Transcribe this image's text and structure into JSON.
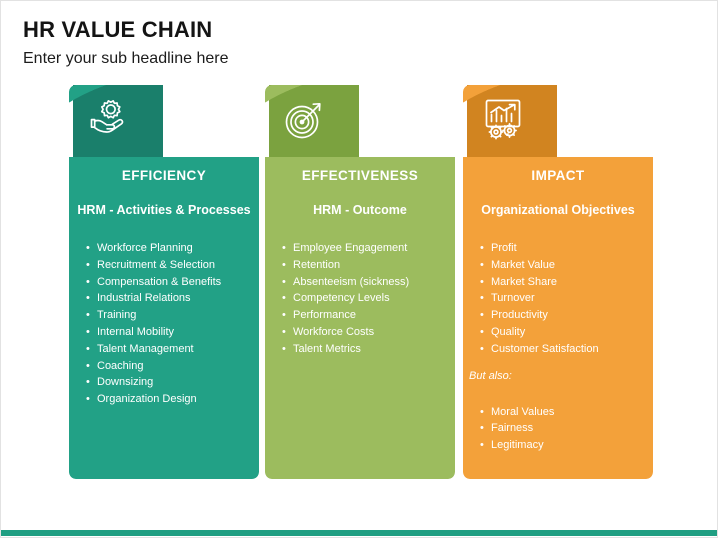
{
  "header": {
    "title": "HR VALUE CHAIN",
    "subtitle": "Enter your sub headline here"
  },
  "colors": {
    "teal_dark": "#1a7f6b",
    "teal_light": "#22a186",
    "green_dark": "#7ba23f",
    "green_light": "#9cbc5e",
    "orange_dark": "#d18420",
    "orange_light": "#f3a13a",
    "footer": "#1f9e82",
    "page_border": "#e2e2e2",
    "title_text": "#141414"
  },
  "cards": [
    {
      "id": "efficiency",
      "icon": "gear-in-hand-icon",
      "heading": "EFFICIENCY",
      "subheading": "HRM - Activities & Processes",
      "items": [
        "Workforce Planning",
        "Recruitment & Selection",
        "Compensation & Benefits",
        "Industrial Relations",
        "Training",
        "Internal Mobility",
        "Talent Management",
        "Coaching",
        "Downsizing",
        "Organization Design"
      ],
      "note_label": "",
      "extra_items": []
    },
    {
      "id": "effectiveness",
      "icon": "target-arrow-icon",
      "heading": "EFFECTIVENESS",
      "subheading": "HRM - Outcome",
      "items": [
        "Employee Engagement",
        "Retention",
        "Absenteeism (sickness)",
        "Competency Levels",
        "Performance",
        "Workforce Costs",
        "Talent Metrics"
      ],
      "note_label": "",
      "extra_items": []
    },
    {
      "id": "impact",
      "icon": "bar-chart-gears-icon",
      "heading": "IMPACT",
      "subheading": "Organizational Objectives",
      "items": [
        "Profit",
        "Market Value",
        "Market Share",
        "Turnover",
        "Productivity",
        "Quality",
        "Customer Satisfaction"
      ],
      "note_label": "But also:",
      "extra_items": [
        " Moral Values",
        "Fairness",
        "Legitimacy"
      ]
    }
  ]
}
